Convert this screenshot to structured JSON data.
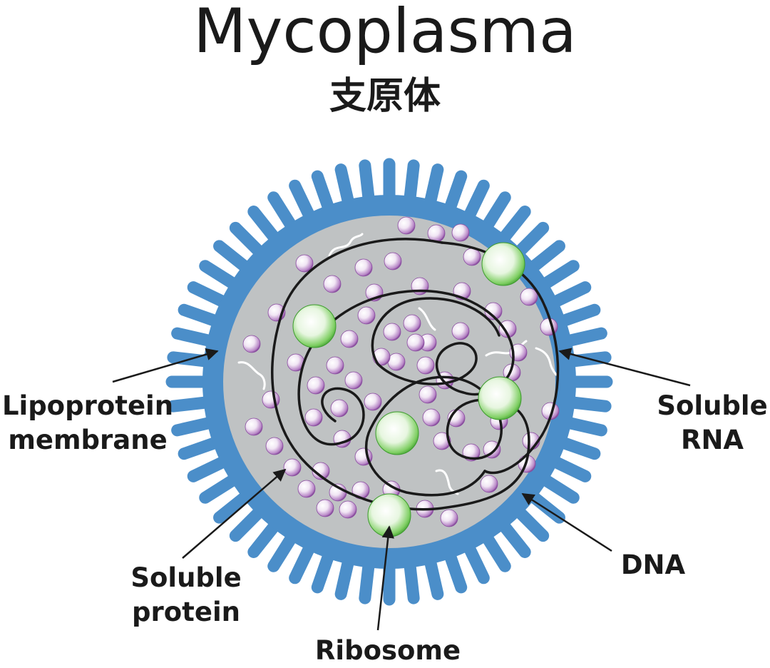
{
  "title": "Mycoplasma",
  "subtitle": "支原体",
  "labels": {
    "lipoprotein_membrane": [
      "Lipoprotein",
      "membrane"
    ],
    "soluble_rna": [
      "Soluble",
      "RNA"
    ],
    "soluble_protein": [
      "Soluble",
      "protein"
    ],
    "dna": "DNA",
    "ribosome": "Ribosome"
  },
  "colors": {
    "membrane": "#4b8ec9",
    "cytoplasm": "#bfc2c3",
    "protein": "#b07ac4",
    "ribosome": "#6cc45a",
    "dna": "#1a1a1a",
    "rna": "#ffffff",
    "text": "#1a1a1a"
  }
}
